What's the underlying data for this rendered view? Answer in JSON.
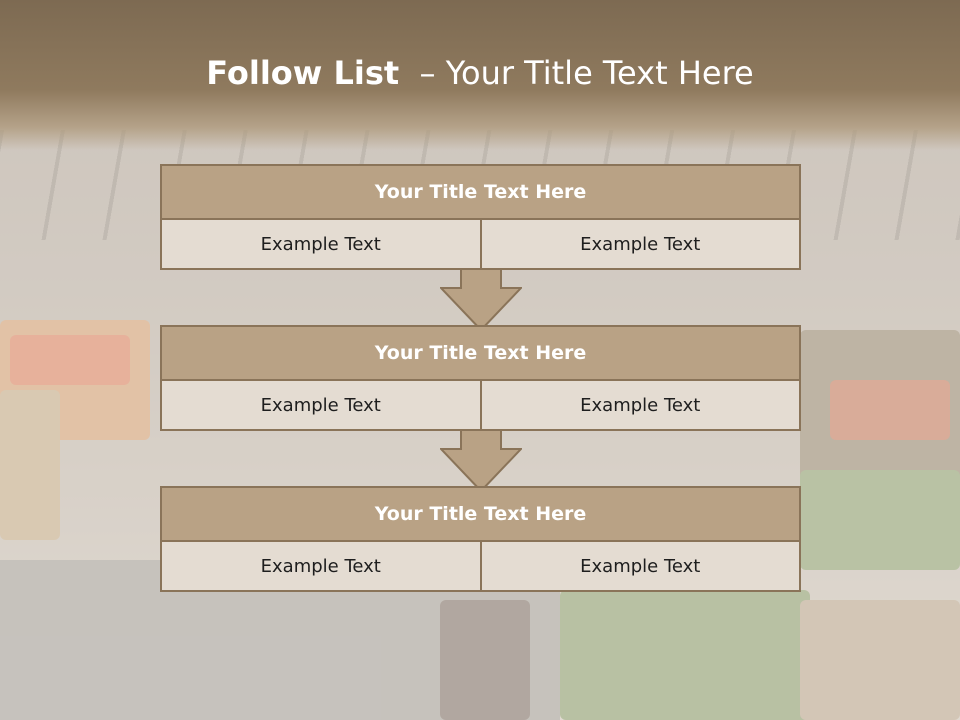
{
  "header": {
    "title_strong": "Follow List",
    "title_sep": "  – ",
    "title_rest": "Your Title Text Here"
  },
  "steps": [
    {
      "title": "Your Title Text Here",
      "cells": [
        "Example Text",
        "Example Text"
      ]
    },
    {
      "title": "Your Title Text Here",
      "cells": [
        "Example Text",
        "Example Text"
      ]
    },
    {
      "title": "Your Title Text Here",
      "cells": [
        "Example Text",
        "Example Text"
      ]
    }
  ],
  "colors": {
    "header": "#8f7a5e",
    "box_title": "#b9a285",
    "box_cell": "#e4dcd2",
    "border": "#8a7459",
    "arrow": "#b9a285"
  },
  "background": {
    "image_subject": "market-stalls-photo"
  }
}
